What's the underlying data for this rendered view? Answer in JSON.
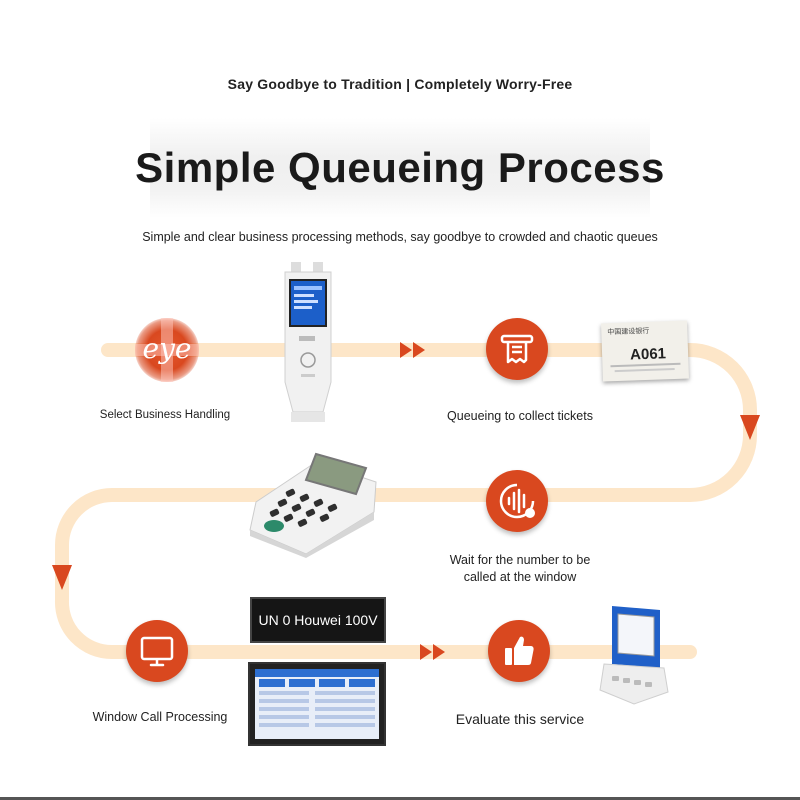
{
  "header": {
    "tagline": "Say Goodbye to Tradition | Completely Worry-Free",
    "title": "Simple Queueing Process",
    "subtitle": "Simple and clear business processing methods, say goodbye to crowded and chaotic queues"
  },
  "steps": [
    {
      "label": "Select Business Handling",
      "icon_text": "eye"
    },
    {
      "label": "Queueing to collect tickets",
      "icon": "receipt-icon"
    },
    {
      "label_line1": "Wait for the number to be",
      "label_line2": "called at the window",
      "icon": "voice-icon"
    },
    {
      "label": "Window Call Processing",
      "icon": "monitor-icon"
    },
    {
      "label": "Evaluate this service",
      "icon": "thumbs-up-icon"
    }
  ],
  "ticket": {
    "bank": "中国建设银行",
    "number": "A061"
  },
  "led_display": {
    "text": "UN 0 Houwei 100V"
  },
  "colors": {
    "accent": "#d9481f",
    "path": "#fde6c8",
    "arrow": "#d9481f"
  }
}
